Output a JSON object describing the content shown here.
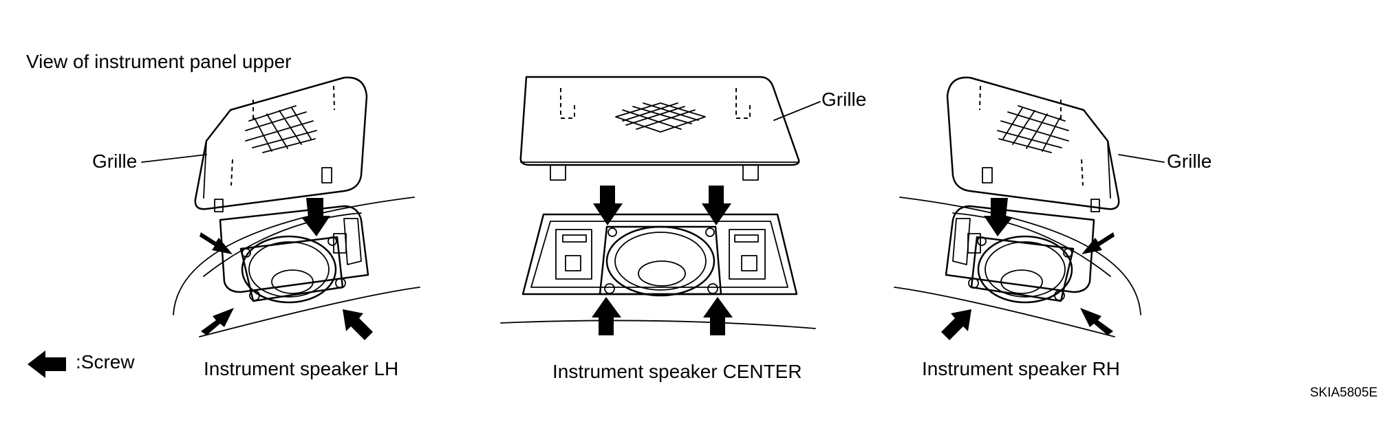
{
  "header": {
    "view_title": "View of instrument panel upper"
  },
  "legend": {
    "screw_label": ":Screw"
  },
  "callouts": {
    "grille_lh": "Grille",
    "grille_center": "Grille",
    "grille_rh": "Grille"
  },
  "speakers": {
    "lh_label": "Instrument speaker LH",
    "center_label": "Instrument speaker CENTER",
    "rh_label": "Instrument speaker RH"
  },
  "figure_code": "SKIA5805E"
}
